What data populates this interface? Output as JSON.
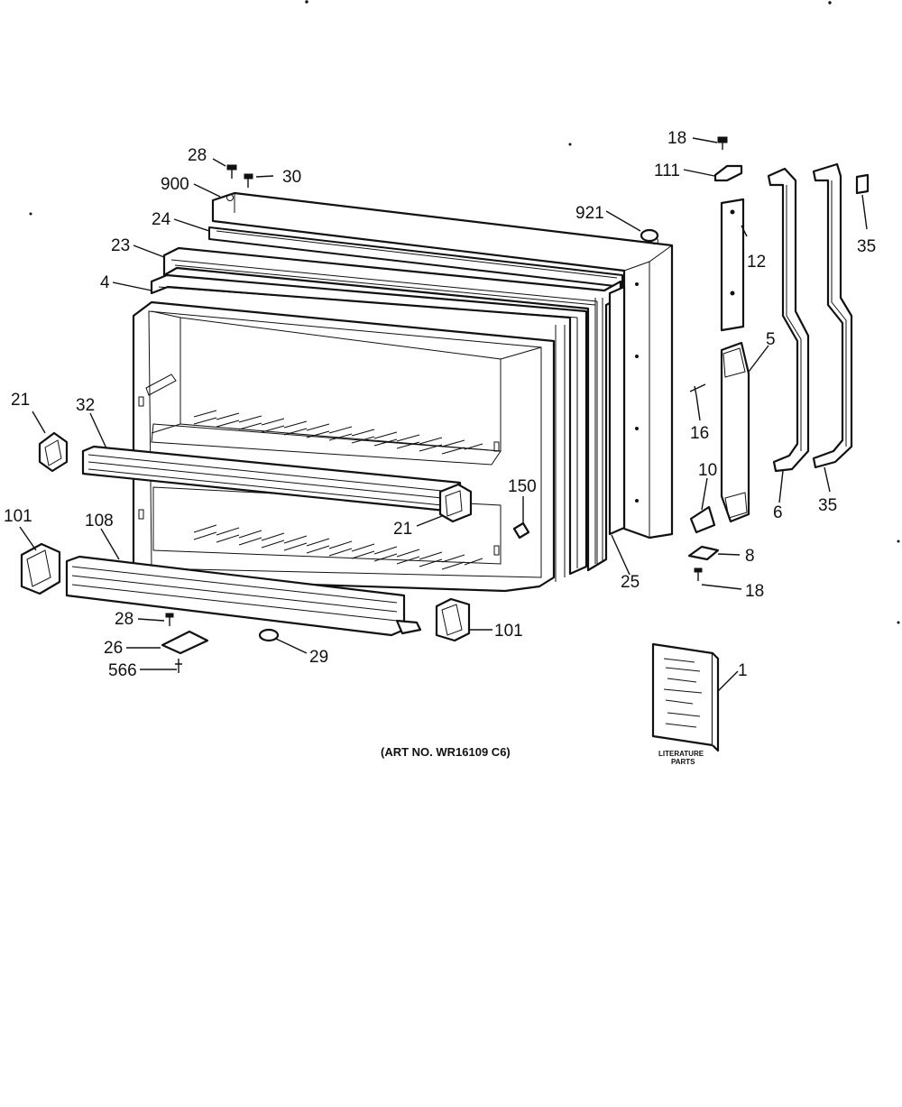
{
  "callouts": [
    {
      "id": "c900",
      "text": "900"
    },
    {
      "id": "c28a",
      "text": "28"
    },
    {
      "id": "c30",
      "text": "30"
    },
    {
      "id": "c24",
      "text": "24"
    },
    {
      "id": "c23",
      "text": "23"
    },
    {
      "id": "c4",
      "text": "4"
    },
    {
      "id": "c921",
      "text": "921"
    },
    {
      "id": "c18a",
      "text": "18"
    },
    {
      "id": "c111",
      "text": "111"
    },
    {
      "id": "c12",
      "text": "12"
    },
    {
      "id": "c35a",
      "text": "35"
    },
    {
      "id": "c5",
      "text": "5"
    },
    {
      "id": "c16",
      "text": "16"
    },
    {
      "id": "c21a",
      "text": "21"
    },
    {
      "id": "c32",
      "text": "32"
    },
    {
      "id": "c21b",
      "text": "21"
    },
    {
      "id": "c150",
      "text": "150"
    },
    {
      "id": "c10",
      "text": "10"
    },
    {
      "id": "c6",
      "text": "6"
    },
    {
      "id": "c35b",
      "text": "35"
    },
    {
      "id": "c8",
      "text": "8"
    },
    {
      "id": "c18b",
      "text": "18"
    },
    {
      "id": "c25",
      "text": "25"
    },
    {
      "id": "c101a",
      "text": "101"
    },
    {
      "id": "c108",
      "text": "108"
    },
    {
      "id": "c101b",
      "text": "101"
    },
    {
      "id": "c28b",
      "text": "28"
    },
    {
      "id": "c26",
      "text": "26"
    },
    {
      "id": "c566",
      "text": "566"
    },
    {
      "id": "c29",
      "text": "29"
    },
    {
      "id": "c1",
      "text": "1"
    }
  ],
  "art_number": "(ART NO. WR16109 C6)",
  "literature": {
    "line1": "LITERATURE",
    "line2": "PARTS"
  }
}
